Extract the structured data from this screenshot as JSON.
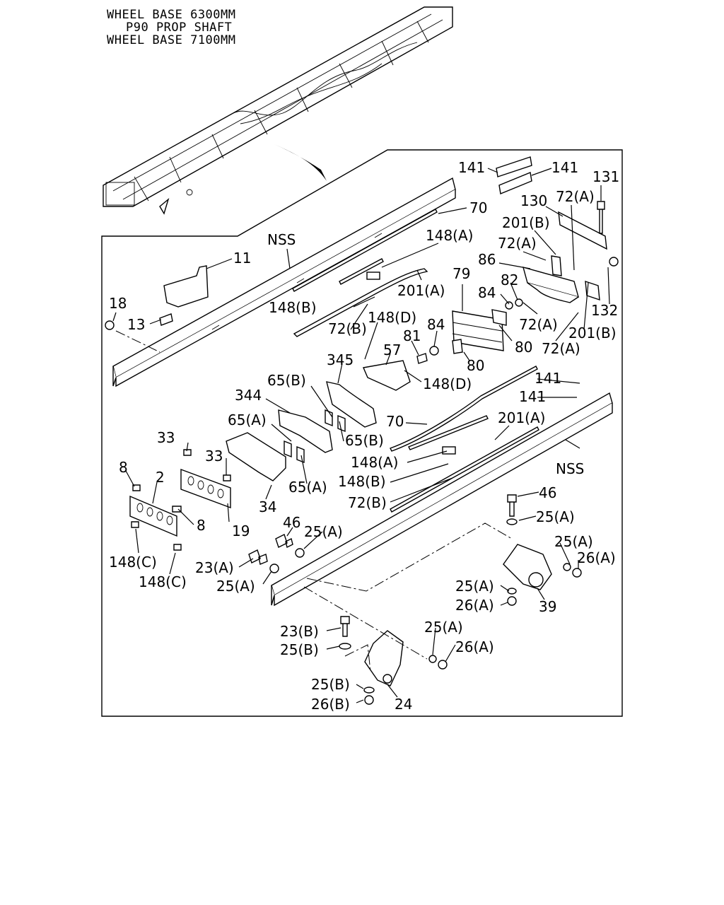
{
  "header": {
    "line1": "WHEEL BASE 6300MM",
    "line2": "P90 PROP SHAFT",
    "line3": "WHEEL BASE 7100MM"
  },
  "callouts": {
    "c141a": "141",
    "c141b": "141",
    "c131": "131",
    "c70a": "70",
    "c130": "130",
    "c72a1": "72(A)",
    "c201b1": "201(B)",
    "cNSSa": "NSS",
    "c148a1": "148(A)",
    "c72a2": "72(A)",
    "c11": "11",
    "c86": "86",
    "c82": "82",
    "c79": "79",
    "c84a": "84",
    "c201a1": "201(A)",
    "c148b1": "148(B)",
    "c132": "132",
    "c18": "18",
    "c13": "13",
    "c148d1": "148(D)",
    "c72a3": "72(A)",
    "c72b1": "72(B)",
    "c201b2": "201(B)",
    "c81": "81",
    "c84b": "84",
    "c80a": "80",
    "c72a4": "72(A)",
    "c57": "57",
    "c345": "345",
    "c80b": "80",
    "c148d2": "148(D)",
    "c141c": "141",
    "c65b1": "65(B)",
    "c141d": "141",
    "c344": "344",
    "c70b": "70",
    "c201a2": "201(A)",
    "c65a1": "65(A)",
    "c65b2": "65(B)",
    "c33a": "33",
    "c33b": "33",
    "c148a2": "148(A)",
    "cNSSb": "NSS",
    "c8a": "8",
    "c2": "2",
    "c148b2": "148(B)",
    "c65a2": "65(A)",
    "c72b2": "72(B)",
    "c34": "34",
    "c46a": "46",
    "c8b": "8",
    "c25a1": "25(A)",
    "c46b": "46",
    "c19": "19",
    "c25a2": "25(A)",
    "c25a3": "25(A)",
    "c148c1": "148(C)",
    "c23a": "23(A)",
    "c26a1": "26(A)",
    "c148c2": "148(C)",
    "c25a4": "25(A)",
    "c25a5": "25(A)",
    "c26a2": "26(A)",
    "c39": "39",
    "c23b": "23(B)",
    "c25a6": "25(A)",
    "c26a3": "26(A)",
    "c25b1": "25(B)",
    "c25b2": "25(B)",
    "c26b": "26(B)",
    "c24": "24"
  }
}
